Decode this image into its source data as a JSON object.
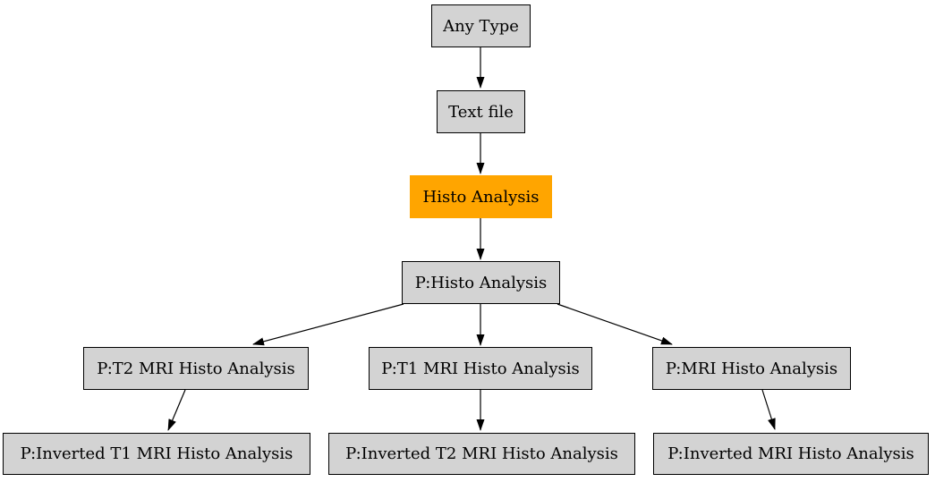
{
  "diagram": {
    "background_color": "#ffffff",
    "colors": {
      "node_fill": "#d3d3d3",
      "node_border": "#000000",
      "highlight_fill": "#ffa500",
      "edge": "#000000",
      "text": "#000000"
    },
    "nodes": [
      {
        "id": "any-type",
        "label": "Any Type",
        "highlighted": false
      },
      {
        "id": "text-file",
        "label": "Text file",
        "highlighted": false
      },
      {
        "id": "histo-analysis",
        "label": "Histo Analysis",
        "highlighted": true
      },
      {
        "id": "p-histo-analysis",
        "label": "P:Histo Analysis",
        "highlighted": false
      },
      {
        "id": "p-t2-mri-histo-analysis",
        "label": "P:T2 MRI Histo Analysis",
        "highlighted": false
      },
      {
        "id": "p-t1-mri-histo-analysis",
        "label": "P:T1 MRI Histo Analysis",
        "highlighted": false
      },
      {
        "id": "p-mri-histo-analysis",
        "label": "P:MRI Histo Analysis",
        "highlighted": false
      },
      {
        "id": "p-inverted-t1-mri-histo-analysis",
        "label": "P:Inverted T1 MRI Histo Analysis",
        "highlighted": false
      },
      {
        "id": "p-inverted-t2-mri-histo-analysis",
        "label": "P:Inverted T2 MRI Histo Analysis",
        "highlighted": false
      },
      {
        "id": "p-inverted-mri-histo-analysis",
        "label": "P:Inverted MRI Histo Analysis",
        "highlighted": false
      }
    ],
    "edges": [
      {
        "from": "Any Type",
        "to": "Text file"
      },
      {
        "from": "Text file",
        "to": "Histo Analysis"
      },
      {
        "from": "Histo Analysis",
        "to": "P:Histo Analysis"
      },
      {
        "from": "P:Histo Analysis",
        "to": "P:T2 MRI Histo Analysis"
      },
      {
        "from": "P:Histo Analysis",
        "to": "P:T1 MRI Histo Analysis"
      },
      {
        "from": "P:Histo Analysis",
        "to": "P:MRI Histo Analysis"
      },
      {
        "from": "P:T2 MRI Histo Analysis",
        "to": "P:Inverted T1 MRI Histo Analysis"
      },
      {
        "from": "P:T1 MRI Histo Analysis",
        "to": "P:Inverted T2 MRI Histo Analysis"
      },
      {
        "from": "P:MRI Histo Analysis",
        "to": "P:Inverted MRI Histo Analysis"
      }
    ]
  }
}
